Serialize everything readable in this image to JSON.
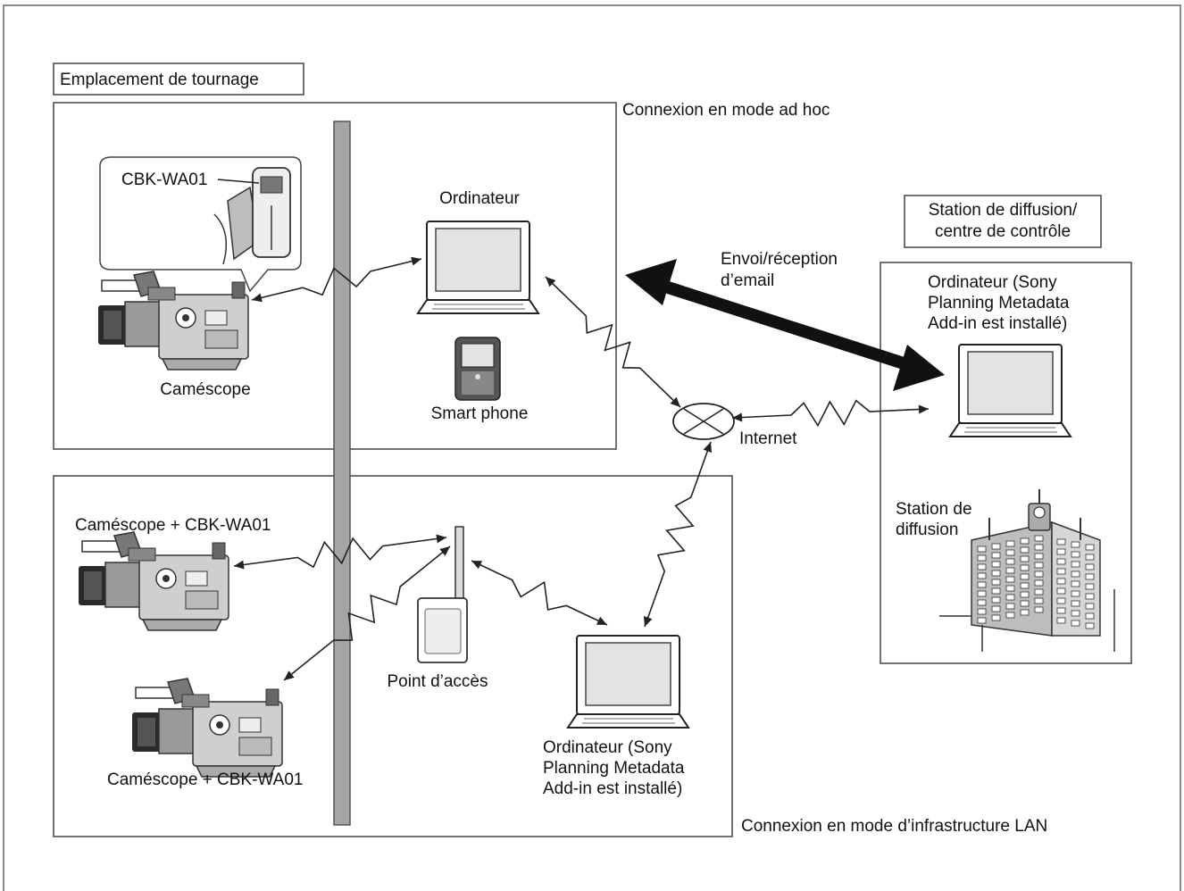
{
  "diagram": {
    "shooting_location_label": "Emplacement de tournage",
    "adhoc_label": "Connexion en mode ad hoc",
    "infra_label": "Connexion en mode d’infrastructure LAN",
    "station_title": [
      "Station de diffusion/",
      "centre de contrôle"
    ],
    "email_label": [
      "Envoi/réception",
      "d’email"
    ],
    "internet_label": "Internet",
    "adhoc": {
      "cbk_label": "CBK-WA01",
      "camcorder_label": "Caméscope",
      "computer_label": "Ordinateur",
      "smartphone_label": "Smart phone"
    },
    "infra": {
      "camcorder1_label": "Caméscope + CBK-WA01",
      "camcorder2_label": "Caméscope + CBK-WA01",
      "access_point_label": "Point d’accès",
      "computer_label": [
        "Ordinateur (Sony",
        "Planning Metadata",
        "Add-in est installé)"
      ]
    },
    "station": {
      "computer_label": [
        "Ordinateur (Sony",
        "Planning Metadata",
        "Add-in est installé)"
      ],
      "building_label": [
        "Station de",
        "diffusion"
      ]
    }
  },
  "icons": {
    "camcorder": "camcorder-icon",
    "laptop": "laptop-icon",
    "smartphone": "smartphone-icon",
    "router": "router-icon",
    "internet": "internet-icon",
    "building": "building-icon",
    "wireless": "wireless-link-icon"
  },
  "colors": {
    "line": "#222222",
    "box_border": "#555555",
    "screen_fill": "#e3e3e3",
    "wall_fill": "#a5a5a5"
  }
}
